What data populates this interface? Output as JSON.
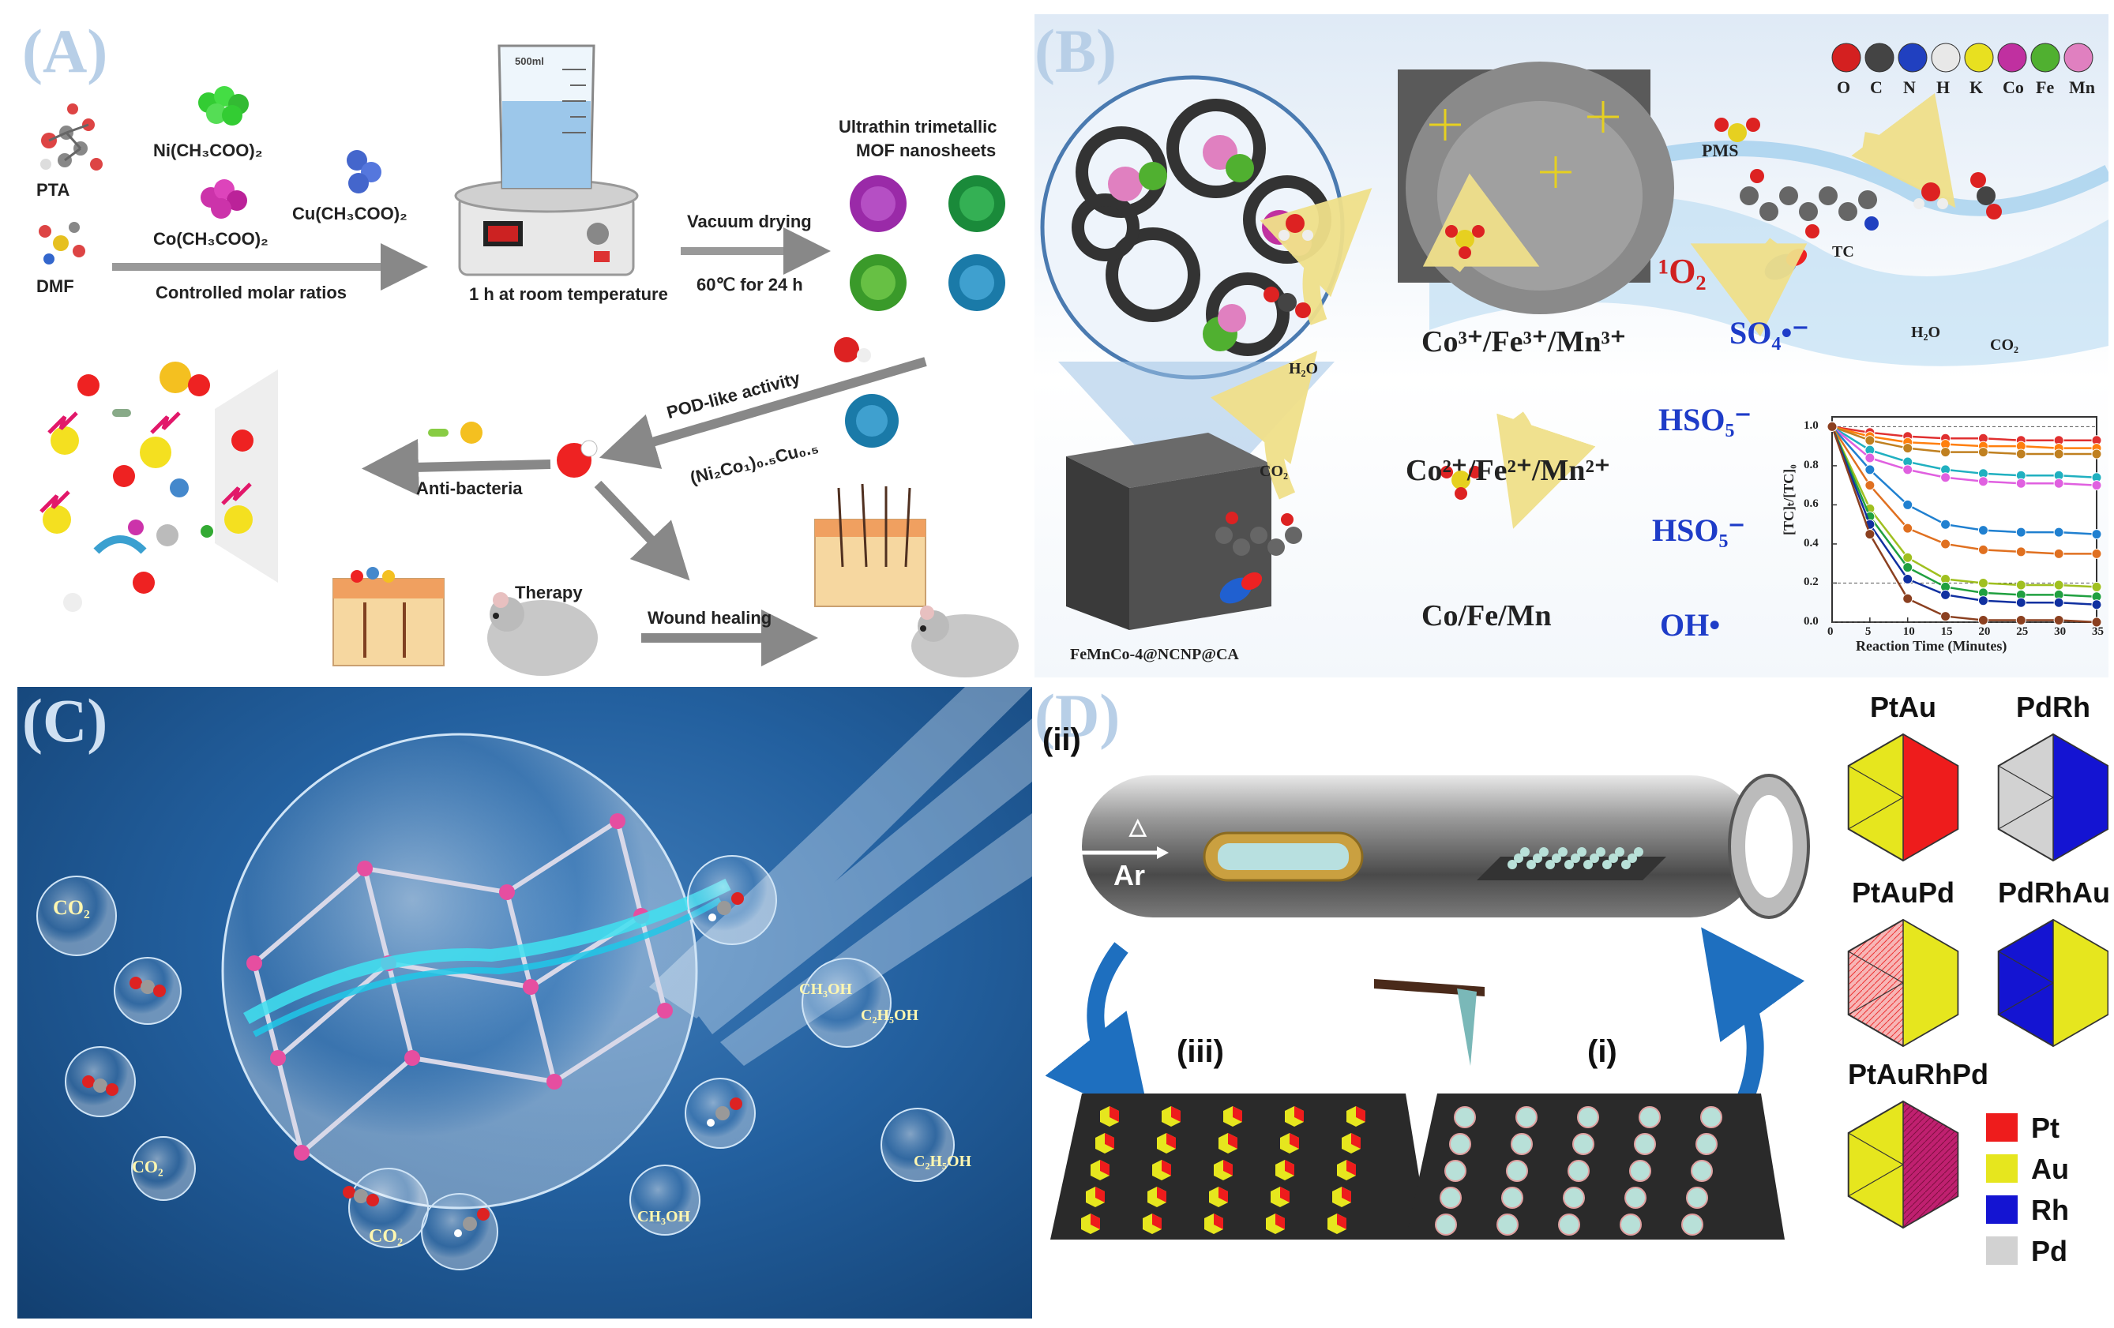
{
  "panelA": {
    "label": "(A)",
    "pta": "PTA",
    "dmf": "DMF",
    "ni_salt": "Ni(CH₃COO)₂",
    "co_salt": "Co(CH₃COO)₂",
    "cu_salt": "Cu(CH₃COO)₂",
    "controlled": "Controlled molar ratios",
    "room_temp": "1 h at room temperature",
    "beaker_mark": "500ml",
    "mof_title_1": "Ultrathin trimetallic",
    "mof_title_2": "MOF nanosheets",
    "vacuum": "Vacuum drying",
    "drying_temp": "60℃ for 24 h",
    "pod": "POD-like activity",
    "formula": "(Ni₂Co₁)₀.₅Cu₀.₅",
    "antibacteria": "Anti-bacteria",
    "therapy": "Therapy",
    "wound": "Wound healing"
  },
  "panelB": {
    "label": "(B)",
    "elements": [
      "O",
      "C",
      "N",
      "H",
      "K",
      "Co",
      "Fe",
      "Mn"
    ],
    "element_colors": [
      "#d42020",
      "#444444",
      "#2040c0",
      "#e8e8e8",
      "#e8e020",
      "#c030a0",
      "#50b030",
      "#e080c0"
    ],
    "pms": "PMS",
    "tc": "TC",
    "singlet": "¹O₂",
    "so4": "SO₄•⁻",
    "co3": "Co³⁺/Fe³⁺/Mn³⁺",
    "co2plus": "Co²⁺/Fe²⁺/Mn²⁺",
    "co_metal": "Co/Fe/Mn",
    "hso5_a": "HSO₅⁻",
    "hso5_b": "HSO₅⁻",
    "oh": "OH•",
    "h2o_a": "H₂O",
    "co2_a": "CO₂",
    "h2o_b": "H₂O",
    "co2_b": "CO₂",
    "cube_label": "FeMnCo-4@NCNP@CA"
  },
  "panelC": {
    "label": "(C)",
    "co2_1": "CO₂",
    "co2_2": "CO₂",
    "co2_3": "CO₂",
    "ch3oh_1": "CH₃OH",
    "c2h5oh_1": "C₂H₅OH",
    "c2h5oh_2": "C₂H₅OH",
    "ch3oh_2": "CH₃OH"
  },
  "panelD": {
    "label": "(D)",
    "step_ii": "(ii)",
    "step_iii": "(iii)",
    "step_i": "(i)",
    "gas": "Ar",
    "heat": "△",
    "alloys": [
      "PtAu",
      "PdRh",
      "PtAuPd",
      "PdRhAu",
      "PtAuRhPd"
    ],
    "legend": [
      {
        "name": "Pt",
        "color": "#ee1c1c"
      },
      {
        "name": "Au",
        "color": "#e6e61e"
      },
      {
        "name": "Rh",
        "color": "#1414d2"
      },
      {
        "name": "Pd",
        "color": "#d2d2d2"
      }
    ]
  },
  "chart_data": {
    "type": "line",
    "xlabel": "Reaction Time (Minutes)",
    "ylabel": "[TC]ₜ/[TC]₀",
    "x": [
      0,
      5,
      10,
      15,
      20,
      25,
      30,
      35
    ],
    "xticks": [
      "0",
      "5",
      "10",
      "15",
      "20",
      "25",
      "30",
      "35"
    ],
    "yticks": [
      "0.0",
      "0.2",
      "0.4",
      "0.6",
      "0.8",
      "1.0"
    ],
    "xlim": [
      0,
      35
    ],
    "ylim": [
      0,
      1.05
    ],
    "series": [
      {
        "color": "#e03030",
        "values": [
          1.0,
          0.97,
          0.95,
          0.94,
          0.94,
          0.93,
          0.93,
          0.93
        ]
      },
      {
        "color": "#ff7f0e",
        "values": [
          1.0,
          0.95,
          0.92,
          0.91,
          0.9,
          0.9,
          0.89,
          0.89
        ]
      },
      {
        "color": "#c08020",
        "values": [
          1.0,
          0.93,
          0.89,
          0.87,
          0.87,
          0.86,
          0.86,
          0.86
        ]
      },
      {
        "color": "#20b0c0",
        "values": [
          1.0,
          0.88,
          0.82,
          0.78,
          0.76,
          0.75,
          0.75,
          0.74
        ]
      },
      {
        "color": "#e060e0",
        "values": [
          1.0,
          0.84,
          0.78,
          0.74,
          0.72,
          0.71,
          0.71,
          0.7
        ]
      },
      {
        "color": "#2080d0",
        "values": [
          1.0,
          0.78,
          0.6,
          0.5,
          0.47,
          0.46,
          0.46,
          0.45
        ]
      },
      {
        "color": "#e07020",
        "values": [
          1.0,
          0.7,
          0.48,
          0.4,
          0.37,
          0.36,
          0.35,
          0.35
        ]
      },
      {
        "color": "#a0c020",
        "values": [
          1.0,
          0.58,
          0.33,
          0.22,
          0.2,
          0.19,
          0.19,
          0.18
        ]
      },
      {
        "color": "#20a040",
        "values": [
          1.0,
          0.54,
          0.28,
          0.18,
          0.15,
          0.14,
          0.14,
          0.13
        ]
      },
      {
        "color": "#1030a0",
        "values": [
          1.0,
          0.5,
          0.22,
          0.14,
          0.11,
          0.1,
          0.1,
          0.09
        ]
      },
      {
        "color": "#8b4020",
        "values": [
          1.0,
          0.45,
          0.12,
          0.03,
          0.01,
          0.01,
          0.01,
          0.0
        ]
      }
    ]
  }
}
